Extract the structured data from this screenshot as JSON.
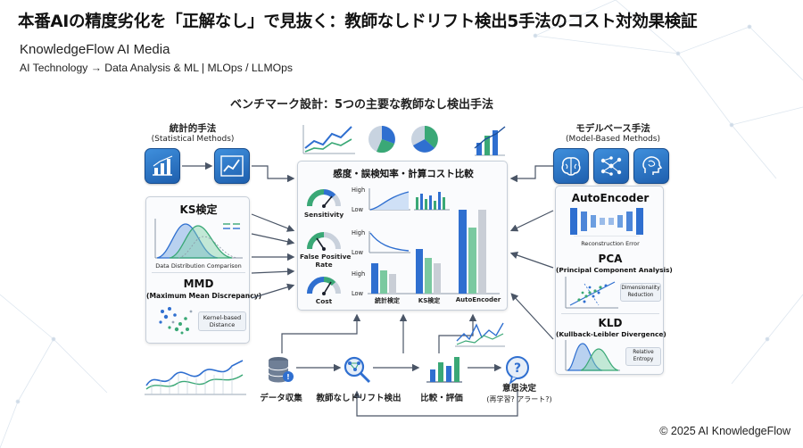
{
  "header": {
    "title": "本番AIの精度劣化を「正解なし」で見抜く：教師なしドリフト検出5手法のコスト対効果検証",
    "brand": "KnowledgeFlow AI Media",
    "breadcrumb": "AI Technology → Data Analysis & ML | MLOps / LLMOps"
  },
  "section_title": "ベンチマーク設計：5つの主要な教師なし検出手法",
  "statistical": {
    "title": "統計的手法",
    "subtitle": "(Statistical Methods)",
    "ks": {
      "name": "KS検定",
      "caption": "Data Distribution Comparison"
    },
    "mmd": {
      "name": "MMD",
      "full": "(Maximum Mean Discrepancy)",
      "caption_line1": "Kernel-based",
      "caption_line2": "Distance"
    }
  },
  "model_based": {
    "title": "モデルベース手法",
    "subtitle": "(Model-Based Methods)",
    "autoencoder": {
      "name": "AutoEncoder",
      "caption": "Reconstruction Error"
    },
    "pca": {
      "name": "PCA",
      "full": "(Principal Component Analysis)",
      "caption_line1": "Dimensionality",
      "caption_line2": "Reduction"
    },
    "kld": {
      "name": "KLD",
      "full": "(Kullback-Leibler Divergence)",
      "caption_line1": "Relative",
      "caption_line2": "Entropy"
    }
  },
  "comparison": {
    "title": "感度・誤検知率・計算コスト比較",
    "metrics": [
      {
        "name": "Sensitivity",
        "high": "High",
        "low": "Low"
      },
      {
        "name": "False Positive Rate",
        "high": "High",
        "low": "Low"
      },
      {
        "name": "Cost",
        "high": "High",
        "low": "Low"
      }
    ],
    "false_positive_line1": "False Positive",
    "false_positive_line2": "Rate",
    "methods": [
      "統計検定",
      "KS検定",
      "AutoEncoder"
    ]
  },
  "pipeline": {
    "steps": [
      "データ収集",
      "教師なしドリフト検出",
      "比較・評価"
    ],
    "decision": "意思決定",
    "decision_sub": "(再学習? アラート?)"
  },
  "footer": "© 2025 AI KnowledgeFlow",
  "colors": {
    "accent_blue": "#2f6fd0",
    "accent_green": "#3aa876",
    "tile_blue": "#2a6fc0",
    "gray_bar": "#c9ced6"
  }
}
